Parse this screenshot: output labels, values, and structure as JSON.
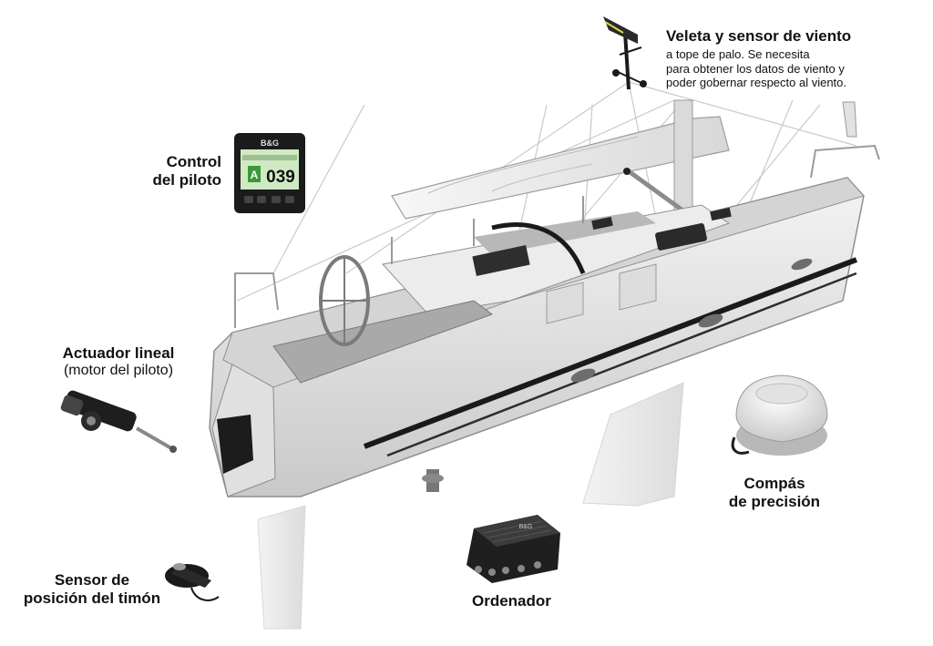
{
  "labels": {
    "wind": {
      "title": "Veleta y sensor de viento",
      "desc_lines": [
        "a tope de palo. Se necesita",
        "para obtener los datos de viento y",
        "poder gobernar respecto al viento."
      ]
    },
    "pilot_control": {
      "lines": [
        "Control",
        "del piloto"
      ]
    },
    "actuator": {
      "title": "Actuador lineal",
      "sub": "(motor del piloto)"
    },
    "compass": {
      "lines": [
        "Compás",
        "de precisión"
      ]
    },
    "computer": {
      "title": "Ordenador"
    },
    "rudder_sensor": {
      "lines": [
        "Sensor de",
        "posición del timón"
      ]
    }
  },
  "display": {
    "brand": "B&G",
    "mode": "A",
    "heading": "039"
  },
  "computer_brand": "B&G",
  "colors": {
    "hull": "#e8e8e8",
    "hull_stripe": "#1a1a1a",
    "deck": "#bdbdbd",
    "display_bg": "#1b1b1b",
    "display_screen": "#cfe9c3",
    "accent_green": "#3a9a3a",
    "wind_vane_yellow": "#d9d64a"
  },
  "icons": [
    "wind-vane-icon",
    "pilot-display-icon",
    "linear-actuator-icon",
    "compass-icon",
    "computer-unit-icon",
    "rudder-sensor-icon",
    "sailboat-illustration"
  ]
}
